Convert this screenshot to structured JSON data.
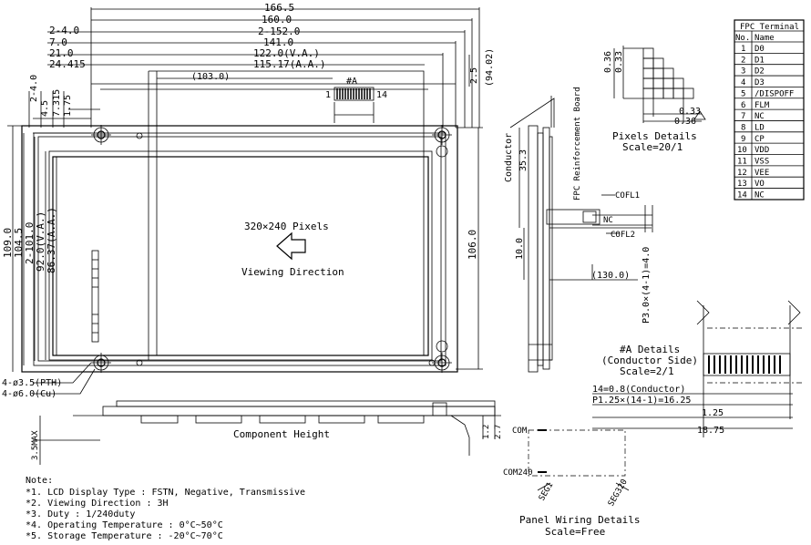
{
  "top_dims": [
    "166.5",
    "160.0",
    "2-152.0",
    "141.0",
    "122.0(V.A.)",
    "115.17(A.A.)",
    "(103.0)"
  ],
  "left_top_dims": [
    "2-4.0",
    "7.0",
    "21.0",
    "24.415"
  ],
  "right_top_dims": [
    "2.5",
    "(94.02)"
  ],
  "vert_dims_left": [
    "2-4.0",
    "4.5",
    "7.315",
    "1.75"
  ],
  "height_dims": [
    "109.0",
    "104.5",
    "2-101.0",
    "92.0(V.A.)",
    "86.37(A.A.)"
  ],
  "right_height": "106.0",
  "marker_a": "#A",
  "marker_a_start": "1",
  "marker_a_end": "14",
  "center_label": "320×240 Pixels",
  "viewing_label": "Viewing Direction",
  "hole_labels": [
    "4-ø3.5(PTH)",
    "4-ø6.0(Cu)"
  ],
  "component_height": "Component Height",
  "comp_dims": [
    "1.2",
    "2.7"
  ],
  "max_label": "3.5MAX",
  "side_labels": {
    "conductor": "Conductor",
    "board": "FPC Reinforcement Board",
    "dim_35": "35.3",
    "dim_10": "10.0",
    "dim_130": "(130.0)",
    "coef1": "COFL1",
    "nc": "NC",
    "coef2": "COFL2",
    "pitch": "P3.0×(4-1)=4.0"
  },
  "pixel_details": {
    "dims": [
      "0.36",
      "0.33",
      "0.33",
      "0.36"
    ],
    "title": "Pixels Details",
    "scale": "Scale=20/1"
  },
  "fpc_table": {
    "title": "FPC Terminal",
    "headers": [
      "No.",
      "Name"
    ],
    "rows": [
      [
        "1",
        "D0"
      ],
      [
        "2",
        "D1"
      ],
      [
        "3",
        "D2"
      ],
      [
        "4",
        "D3"
      ],
      [
        "5",
        "/DISPOFF"
      ],
      [
        "6",
        "FLM"
      ],
      [
        "7",
        "NC"
      ],
      [
        "8",
        "LD"
      ],
      [
        "9",
        "CP"
      ],
      [
        "10",
        "VDD"
      ],
      [
        "11",
        "VSS"
      ],
      [
        "12",
        "VEE"
      ],
      [
        "13",
        "VO"
      ],
      [
        "14",
        "NC"
      ]
    ]
  },
  "a_details": {
    "title": "#A Details",
    "subtitle": "(Conductor Side)",
    "scale": "Scale=2/1",
    "dims": [
      "14=0.8(Conductor)",
      "P1.25×(14-1)=16.25",
      "1.25",
      "18.75"
    ]
  },
  "panel_wiring": {
    "labels": [
      "COM",
      "COM240",
      "SEG1",
      "SEG320"
    ],
    "title": "Panel Wiring Details",
    "scale": "Scale=Free"
  },
  "notes": {
    "title": "Note:",
    "items": [
      "*1. LCD Display Type : FSTN, Negative, Transmissive",
      "*2. Viewing Direction : 3H",
      "*3. Duty : 1/240duty",
      "*4. Operating Temperature : 0°C~50°C",
      "*5. Storage Temperature : -20°C~70°C"
    ]
  }
}
